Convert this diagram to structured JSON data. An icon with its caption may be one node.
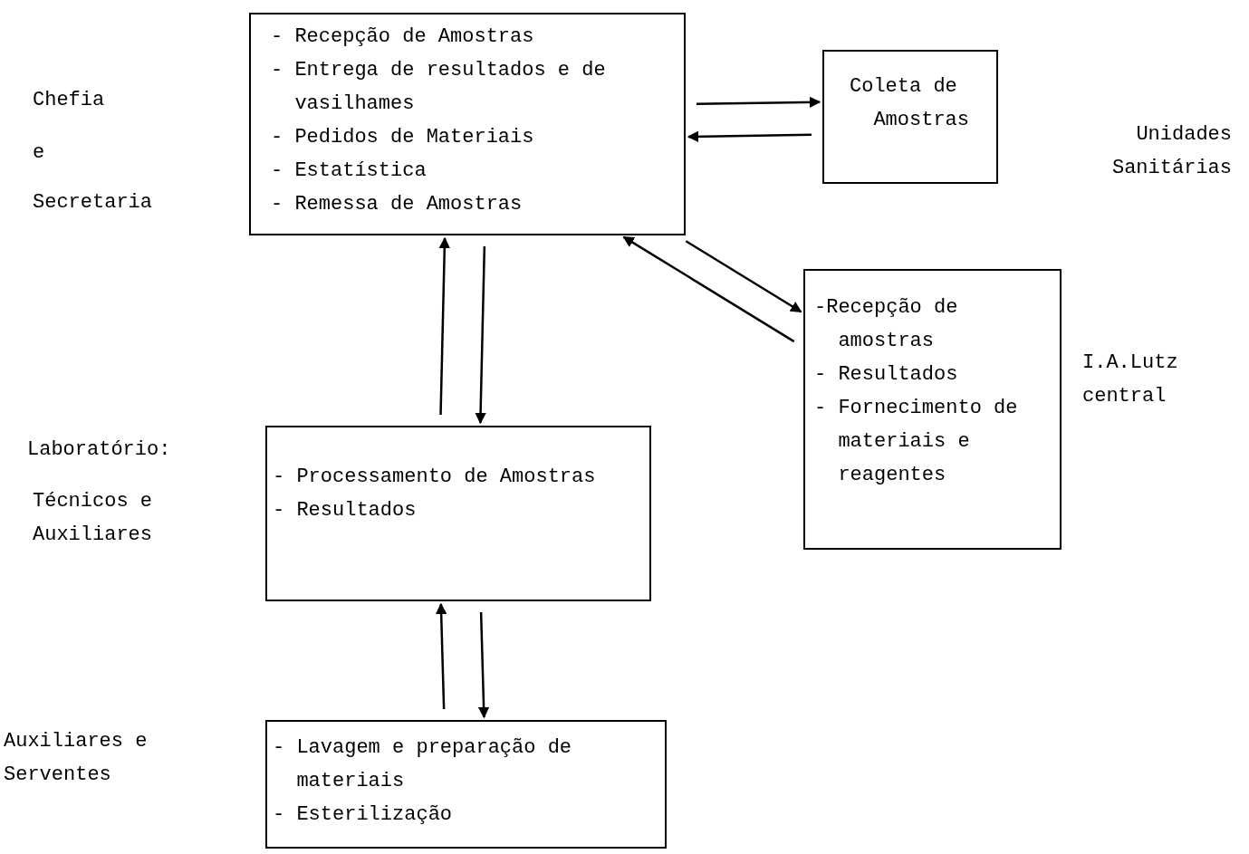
{
  "diagram": {
    "nodes": [
      {
        "text": [
          "- Recepção de Amostras",
          "- Entrega de resultados e de vasilhames",
          "- Pedidos de Materiais",
          "- Estatística",
          "- Remessa de Amostras"
        ]
      },
      {
        "text": [
          "Coleta de Amostras"
        ]
      },
      {
        "text": [
          "-Recepção de amostras",
          "- Resultados",
          "- Fornecimento de materiais e reagentes"
        ]
      },
      {
        "text": [
          "- Processamento de Amostras",
          "- Resultados"
        ]
      },
      {
        "text": [
          "- Lavagem e preparação de materiais",
          "- Esterilização"
        ]
      }
    ],
    "edges": [
      {
        "from": 0,
        "to": 1,
        "arrow": "to"
      },
      {
        "from": 1,
        "to": 0,
        "arrow": "to"
      },
      {
        "from": 0,
        "to": 2,
        "arrow": "to"
      },
      {
        "from": 2,
        "to": 0,
        "arrow": "to"
      },
      {
        "from": 3,
        "to": 0,
        "arrow": "to"
      },
      {
        "from": 0,
        "to": 3,
        "arrow": "to"
      },
      {
        "from": 4,
        "to": 3,
        "arrow": "to"
      },
      {
        "from": 3,
        "to": 4,
        "arrow": "to"
      }
    ],
    "labels": [
      "Chefia",
      "e",
      "Secretaria",
      "Unidades Sanitárias",
      "I.A.Lutz central",
      "Laboratório:",
      "Técnicos e Auxiliares",
      "Auxiliares e Serventes"
    ]
  }
}
